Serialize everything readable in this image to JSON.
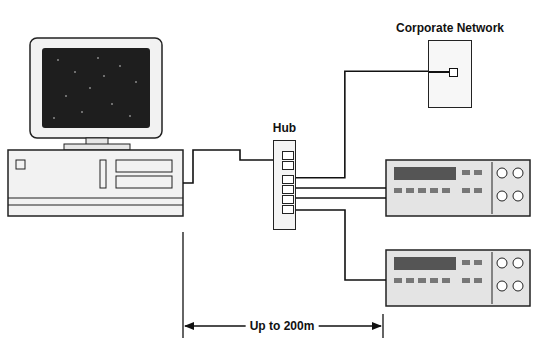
{
  "diagram": {
    "nodes": [
      {
        "text": [
          "Corporate Network"
        ]
      },
      {
        "text": [
          "Hub"
        ]
      }
    ],
    "edges": [
      {
        "from": 1,
        "to": 0,
        "arrow": "none"
      }
    ],
    "labels": [
      "Up to 200m"
    ]
  }
}
